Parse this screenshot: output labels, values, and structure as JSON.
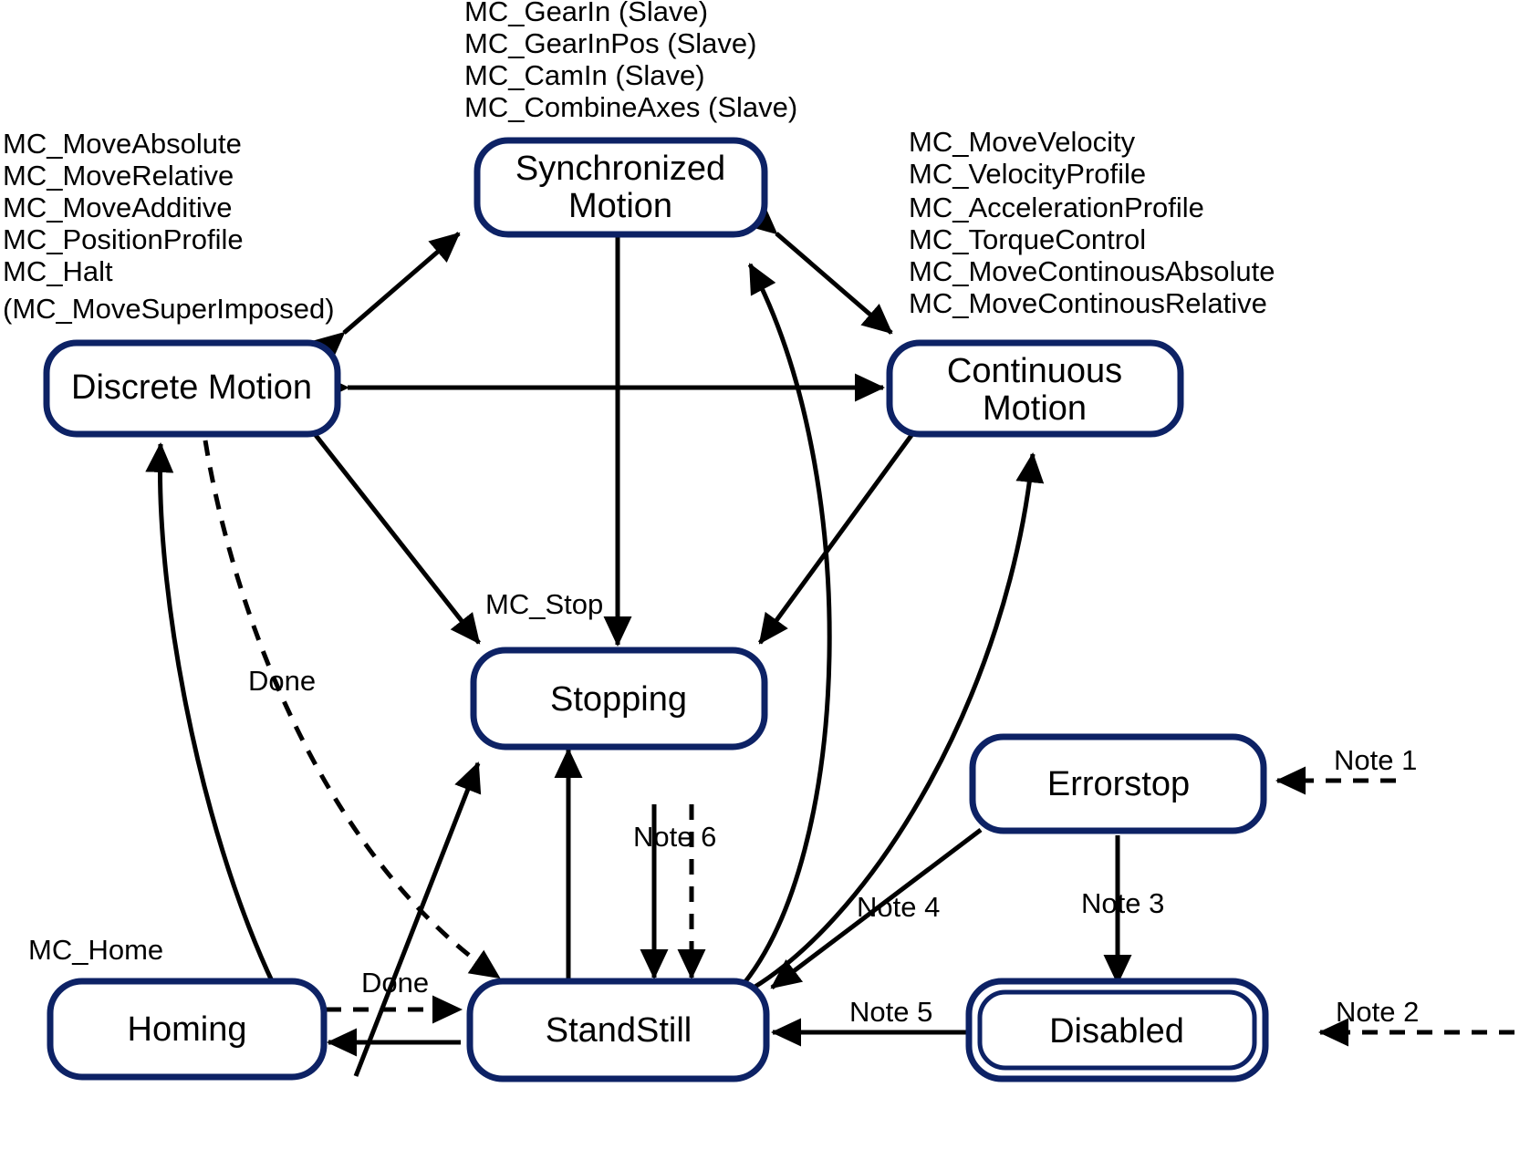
{
  "diagram": {
    "title": "PLCopen Motion Control Axis State Diagram",
    "colors": {
      "state_border": "#0d2265",
      "state_fill": "#ffffff",
      "edge": "#000000",
      "text": "#000000"
    },
    "states": [
      {
        "id": "synchronized-motion",
        "label_line1": "Synchronized",
        "label_line2": "Motion",
        "double_border": false
      },
      {
        "id": "discrete-motion",
        "label_line1": "Discrete Motion",
        "label_line2": "",
        "double_border": false
      },
      {
        "id": "continuous-motion",
        "label_line1": "Continuous",
        "label_line2": "Motion",
        "double_border": false
      },
      {
        "id": "stopping",
        "label_line1": "Stopping",
        "label_line2": "",
        "double_border": false
      },
      {
        "id": "errorstop",
        "label_line1": "Errorstop",
        "label_line2": "",
        "double_border": false
      },
      {
        "id": "homing",
        "label_line1": "Homing",
        "label_line2": "",
        "double_border": false
      },
      {
        "id": "standstill",
        "label_line1": "StandStill",
        "label_line2": "",
        "double_border": false
      },
      {
        "id": "disabled",
        "label_line1": "Disabled",
        "label_line2": "",
        "double_border": true
      }
    ],
    "function_block_groups": {
      "synchronized": [
        "MC_GearIn (Slave)",
        "MC_GearInPos (Slave)",
        "MC_CamIn (Slave)",
        "MC_CombineAxes (Slave)"
      ],
      "discrete": [
        "MC_MoveAbsolute",
        "MC_MoveRelative",
        "MC_MoveAdditive",
        "MC_PositionProfile",
        "MC_Halt",
        "(MC_MoveSuperImposed)"
      ],
      "continuous": [
        "MC_MoveVelocity",
        "MC_VelocityProfile",
        "MC_AccelerationProfile",
        "MC_TorqueControl",
        "MC_MoveContinousAbsolute",
        "MC_MoveContinousRelative"
      ],
      "homing": [
        "MC_Home"
      ]
    },
    "transition_labels": {
      "mc_stop": "MC_Stop",
      "done_discrete": "Done",
      "done_homing": "Done",
      "note_1": "Note 1",
      "note_2": "Note 2",
      "note_3": "Note 3",
      "note_4": "Note 4",
      "note_5": "Note 5",
      "note_6": "Note 6"
    }
  }
}
